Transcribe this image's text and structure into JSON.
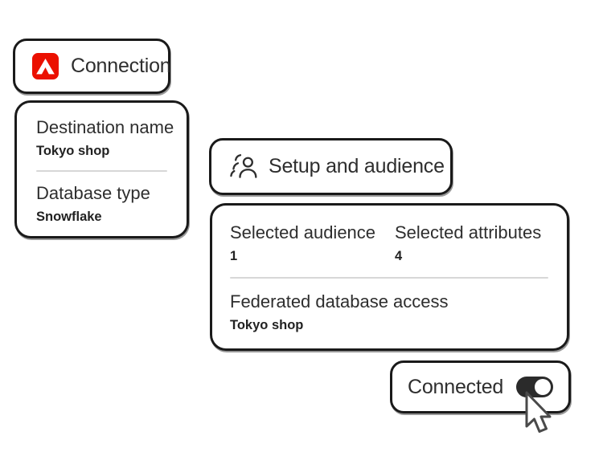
{
  "colors": {
    "card_border": "#1a1a1a",
    "label_text": "#2e2e2e",
    "value_text": "#222222",
    "divider": "#d7d7d7",
    "adobe_red": "#EB1000",
    "toggle_on": "#2b2b2b",
    "background": "#ffffff"
  },
  "connection_chip": {
    "label": "Connection",
    "icon": "adobe-logo-icon"
  },
  "connection_card": {
    "fields": [
      {
        "label": "Destination name",
        "value": "Tokyo shop"
      },
      {
        "label": "Database type",
        "value": "Snowflake"
      }
    ]
  },
  "setup_chip": {
    "label": "Setup and audience",
    "icon": "audience-icon"
  },
  "setup_card": {
    "stats": [
      {
        "label": "Selected audience",
        "value": "1"
      },
      {
        "label": "Selected attributes",
        "value": "4"
      }
    ],
    "field": {
      "label": "Federated database access",
      "value": "Tokyo shop"
    }
  },
  "connected_chip": {
    "label": "Connected",
    "toggle_state": "on"
  },
  "cursor": {
    "type": "arrow-pointer"
  }
}
